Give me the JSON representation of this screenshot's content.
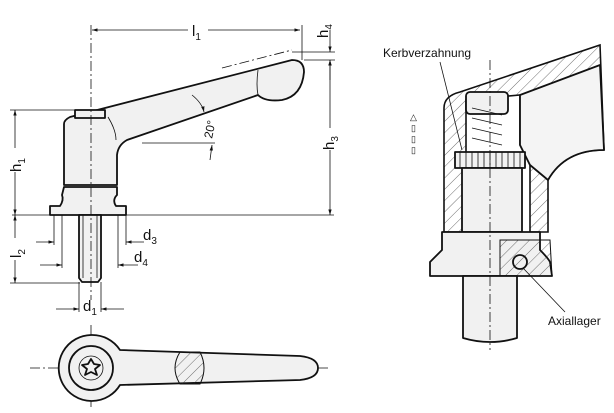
{
  "dimensions": {
    "l1": {
      "main": "l",
      "sub": "1"
    },
    "h4": {
      "main": "h",
      "sub": "4"
    },
    "h3": {
      "main": "h",
      "sub": "3"
    },
    "h1": {
      "main": "h",
      "sub": "1"
    },
    "l2": {
      "main": "l",
      "sub": "2"
    },
    "d3": {
      "main": "d",
      "sub": "3"
    },
    "d4": {
      "main": "d",
      "sub": "4"
    },
    "d1": {
      "main": "d",
      "sub": "1"
    },
    "angle": "20°"
  },
  "labels": {
    "serration": "Kerbverzahnung",
    "thrust_bearing": "Axiallager",
    "symbols": [
      "△",
      "▯",
      "▯",
      "▯"
    ]
  }
}
